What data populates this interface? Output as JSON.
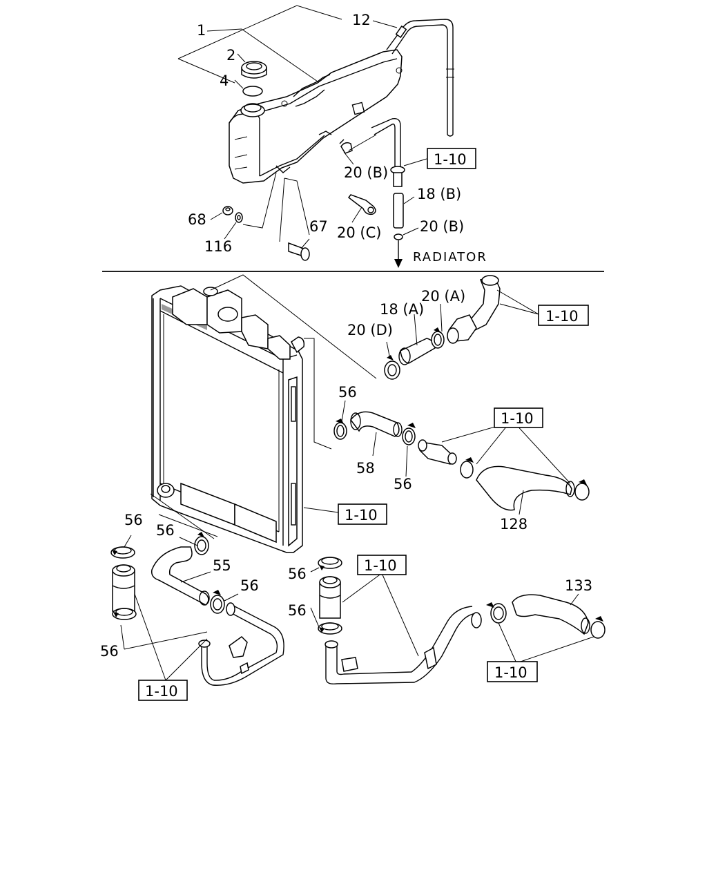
{
  "callouts": {
    "p1": "1",
    "p2": "2",
    "p4": "4",
    "p12": "12",
    "p20b_a": "20 (B)",
    "p18b": "18 (B)",
    "p20b_b": "20 (B)",
    "p20c": "20 (C)",
    "p67": "67",
    "p68": "68",
    "p116": "116",
    "radiator": "RADIATOR",
    "p18a": "18 (A)",
    "p20a": "20 (A)",
    "p20d": "20 (D)",
    "p56_a": "56",
    "p58": "58",
    "p56_b": "56",
    "p128": "128",
    "p56_c": "56",
    "p56_d": "56",
    "p55": "55",
    "p56_e": "56",
    "p56_f": "56",
    "p56_g": "56",
    "p56_h": "56",
    "p133": "133"
  },
  "refs": {
    "r1": "1-10",
    "r2": "1-10",
    "r3": "1-10",
    "r4": "1-10",
    "r5": "1-10",
    "r6": "1-10",
    "r7": "1-10"
  }
}
